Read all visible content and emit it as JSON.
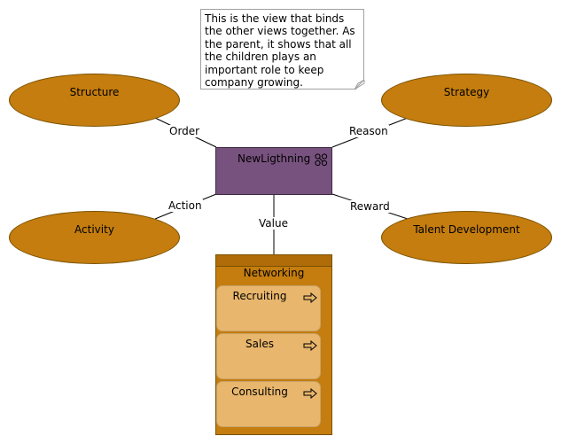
{
  "note": {
    "text": "This is the view that binds\nthe other views together. As\nthe parent, it shows that all\nthe children plays an\nimportant role to keep\ncompany growing."
  },
  "nodes": {
    "structure": "Structure",
    "strategy": "Strategy",
    "activity": "Activity",
    "talent": "Talent Development"
  },
  "center": {
    "label": "NewLigthning",
    "icon": "network-icon"
  },
  "edges": {
    "order": "Order",
    "reason": "Reason",
    "action": "Action",
    "reward": "Reward",
    "value": "Value"
  },
  "group": {
    "title": "Networking",
    "children": [
      {
        "label": "Recruiting",
        "icon": "arrow-right-icon"
      },
      {
        "label": "Sales",
        "icon": "arrow-right-icon"
      },
      {
        "label": "Consulting",
        "icon": "arrow-right-icon"
      }
    ]
  },
  "colors": {
    "ellipse_fill": "#c47d0e",
    "center_fill": "#77527e",
    "group_fill": "#c47d0e",
    "child_fill": "#e8b66c",
    "note_fill": "#ffffff"
  }
}
